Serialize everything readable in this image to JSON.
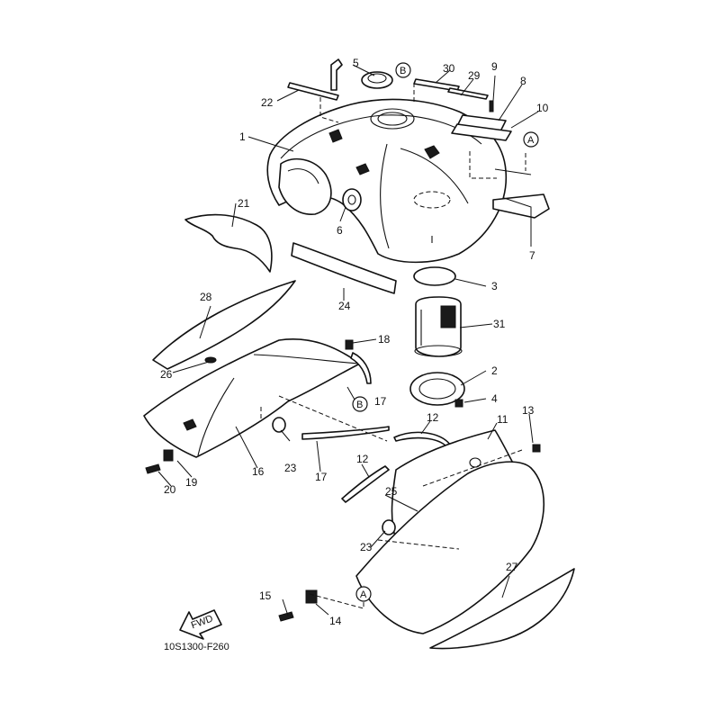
{
  "diagram": {
    "drawing_code": "10S1300-F260",
    "fwd_arrow_text": "FWD",
    "reference_marks": [
      "A",
      "B"
    ],
    "callouts": [
      "1",
      "2",
      "3",
      "4",
      "5",
      "6",
      "7",
      "8",
      "9",
      "10",
      "11",
      "12",
      "13",
      "14",
      "15",
      "16",
      "17",
      "18",
      "19",
      "20",
      "21",
      "22",
      "23",
      "24",
      "25",
      "26",
      "27",
      "28",
      "29",
      "30",
      "31"
    ]
  }
}
